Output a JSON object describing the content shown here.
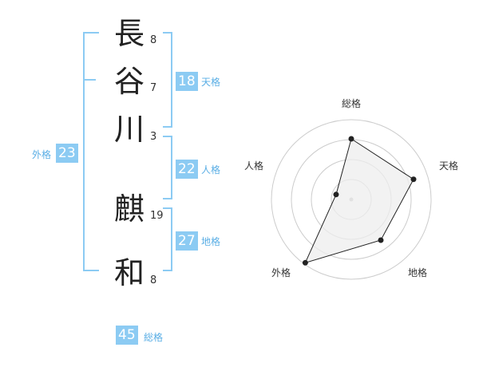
{
  "name_characters": [
    {
      "char": "長",
      "strokes": "8"
    },
    {
      "char": "谷",
      "strokes": "7"
    },
    {
      "char": "川",
      "strokes": "3"
    },
    {
      "char": "麒",
      "strokes": "19"
    },
    {
      "char": "和",
      "strokes": "8"
    }
  ],
  "fortune": {
    "tenkaku": {
      "value": "18",
      "label": "天格"
    },
    "jinkaku": {
      "value": "22",
      "label": "人格"
    },
    "chikaku": {
      "value": "27",
      "label": "地格"
    },
    "gaikaku": {
      "value": "23",
      "label": "外格"
    },
    "soukaku": {
      "value": "45",
      "label": "総格"
    }
  },
  "colors": {
    "accent": "#8ccbf3",
    "accent_text": "#5aaee5",
    "radar_fill": "#eeeeee",
    "radar_line": "#222222",
    "grid": "#cccccc"
  },
  "chart_data": {
    "type": "radar",
    "axes": [
      "総格",
      "天格",
      "地格",
      "外格",
      "人格"
    ],
    "values": [
      0.76,
      0.82,
      0.63,
      0.98,
      0.2
    ],
    "range": [
      0,
      1
    ],
    "rings": 4
  }
}
